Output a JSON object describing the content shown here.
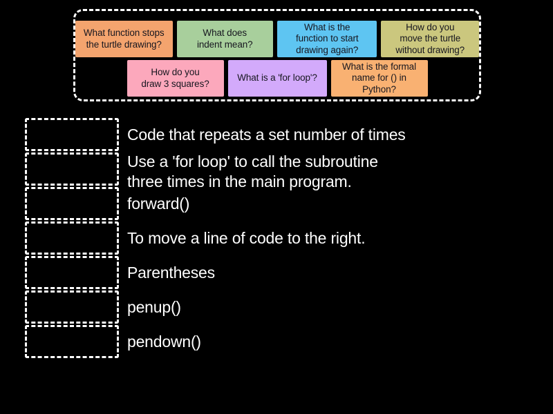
{
  "board": {
    "background_color": "#000000",
    "outline_color": "#ffffff"
  },
  "tile_bank": {
    "rows": [
      {
        "tiles": [
          {
            "label": "What function stops\nthe turtle drawing?",
            "color": "#f4a46e",
            "width": 141
          },
          {
            "label": "What does\nindent mean?",
            "color": "#a8cf9c",
            "width": 140
          },
          {
            "label": "What is the\nfunction to start\ndrawing again?",
            "color": "#5ec5f2",
            "width": 145
          },
          {
            "label": "How do you\nmove the turtle\nwithout drawing?",
            "color": "#cbc77e",
            "width": 142
          }
        ]
      },
      {
        "tiles": [
          {
            "label": "How do you\ndraw 3 squares?",
            "color": "#fca8bc",
            "width": 140
          },
          {
            "label": "What is a 'for loop'?",
            "color": "#d3aafb",
            "width": 143
          },
          {
            "label": "What is the formal\nname for () in Python?",
            "color": "#f9b172",
            "width": 140
          }
        ]
      }
    ]
  },
  "answers": [
    {
      "text": "Code that repeats a set number of times",
      "lines": 1
    },
    {
      "text": "Use a 'for loop' to call the subroutine\nthree times in the main program.",
      "lines": 2
    },
    {
      "text": "forward()",
      "lines": 1
    },
    {
      "text": "To move a line of code to the right.",
      "lines": 1
    },
    {
      "text": "Parentheses",
      "lines": 1
    },
    {
      "text": "penup()",
      "lines": 1
    },
    {
      "text": "pendown()",
      "lines": 1
    }
  ]
}
